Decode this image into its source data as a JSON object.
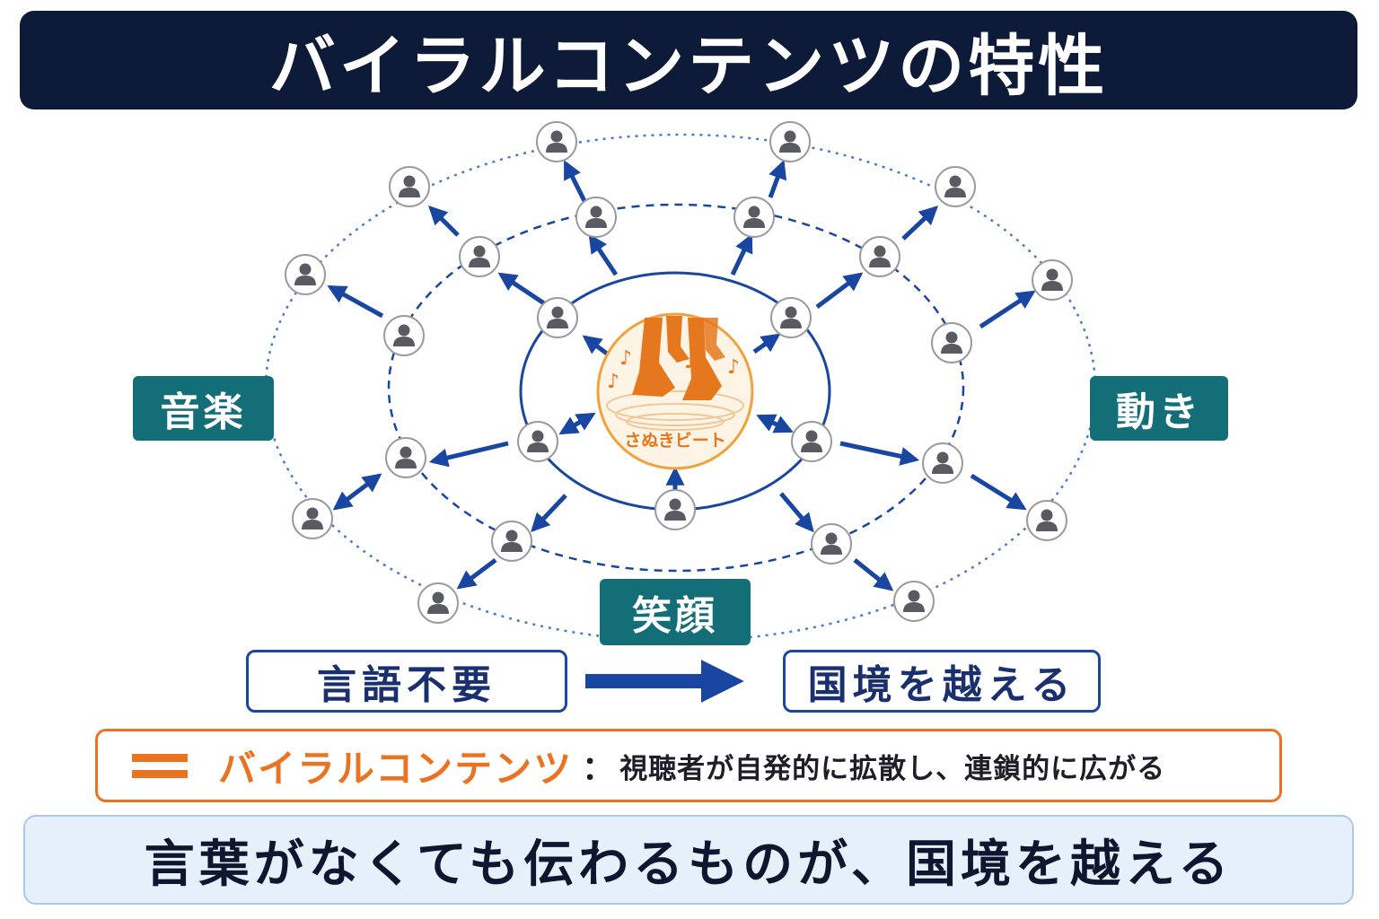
{
  "title": "バイラルコンテンツの特性",
  "center": {
    "label": "さぬきビート"
  },
  "tags": {
    "music": "音楽",
    "movement": "動き",
    "smile": "笑顔"
  },
  "flow": {
    "from": "言語不要",
    "to": "国境を越える"
  },
  "definition": {
    "term": "バイラルコンテンツ",
    "colon": "：",
    "text": "視聴者が自発的に拡散し、連鎖的に広がる"
  },
  "summary": "言葉がなくても伝わるものが、国境を越える",
  "icons": {
    "person": "person-icon",
    "dancing-feet": "dancing-feet-icon",
    "music-note": "music-note-icon"
  },
  "colors": {
    "title_bg": "#0d1a38",
    "network_blue": "#1846a0",
    "accent_orange": "#ea7322",
    "tag_teal": "#146e78",
    "summary_bg": "#e6f0fb"
  }
}
